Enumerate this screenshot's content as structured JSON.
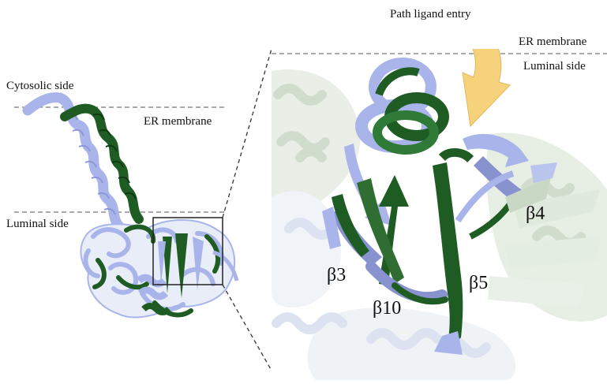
{
  "labels": {
    "cytosolic_side": "Cytosolic side",
    "er_membrane_left": "ER membrane",
    "luminal_side_left": "Luminal side",
    "path_ligand_entry": "Path ligand entry",
    "er_membrane_right": "ER membrane",
    "luminal_side_right": "Luminal side",
    "beta3": "β3",
    "beta4": "β4",
    "beta5": "β5",
    "beta10": "β10"
  },
  "colors": {
    "structure_a": "#1f5c24",
    "structure_b": "#a9b4ea",
    "background_structure": "#dfeadb",
    "background_structure_b": "#e6e9f7",
    "arrow": "#f7d27c",
    "dashed_line": "#555555"
  }
}
